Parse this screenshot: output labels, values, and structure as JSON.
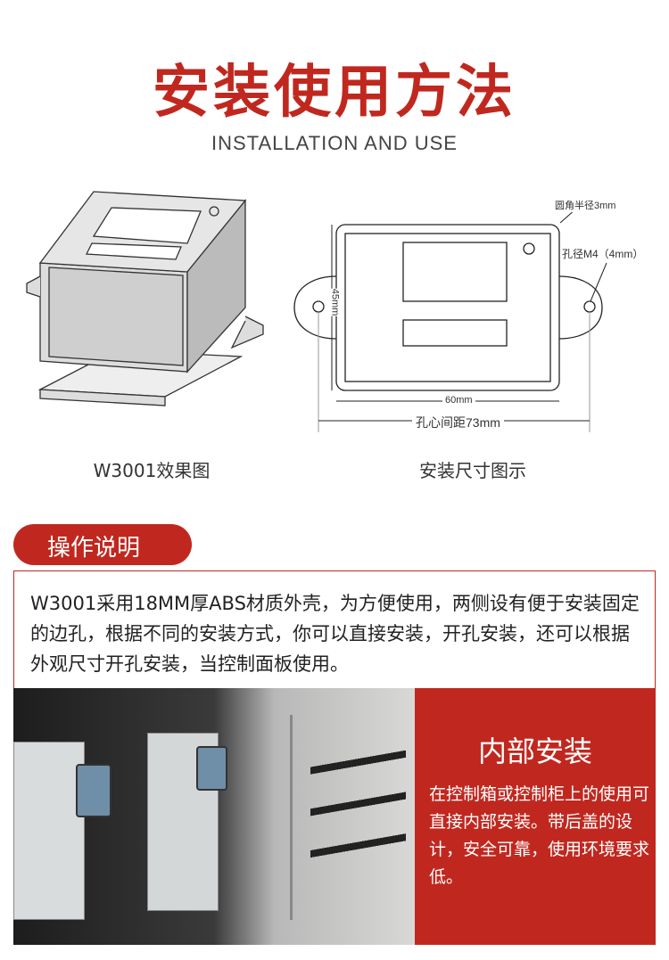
{
  "header": {
    "title": "安装使用方法",
    "subtitle": "INSTALLATION AND USE"
  },
  "figures": {
    "left_caption": "W3001效果图",
    "right_caption": "安装尺寸图示",
    "dimensions": {
      "corner_radius": "圆角半径3mm",
      "hole_diameter": "孔径M4（4mm）",
      "height": "45mm",
      "width": "60mm",
      "hole_spacing": "孔心间距73mm"
    }
  },
  "operation": {
    "tab_label": "操作说明",
    "description": "W3001采用18MM厚ABS材质外壳，为方便使用，两侧设有便于安装固定的边孔，根据不同的安装方式，你可以直接安装，开孔安装，还可以根据外观尺寸开孔安装，当控制面板使用。"
  },
  "internal": {
    "title": "内部安装",
    "text": "在控制箱或控制柜上的使用可直接内部安装。带后盖的设计，安全可靠，使用环境要求低。"
  },
  "colors": {
    "accent": "#c0281f"
  }
}
